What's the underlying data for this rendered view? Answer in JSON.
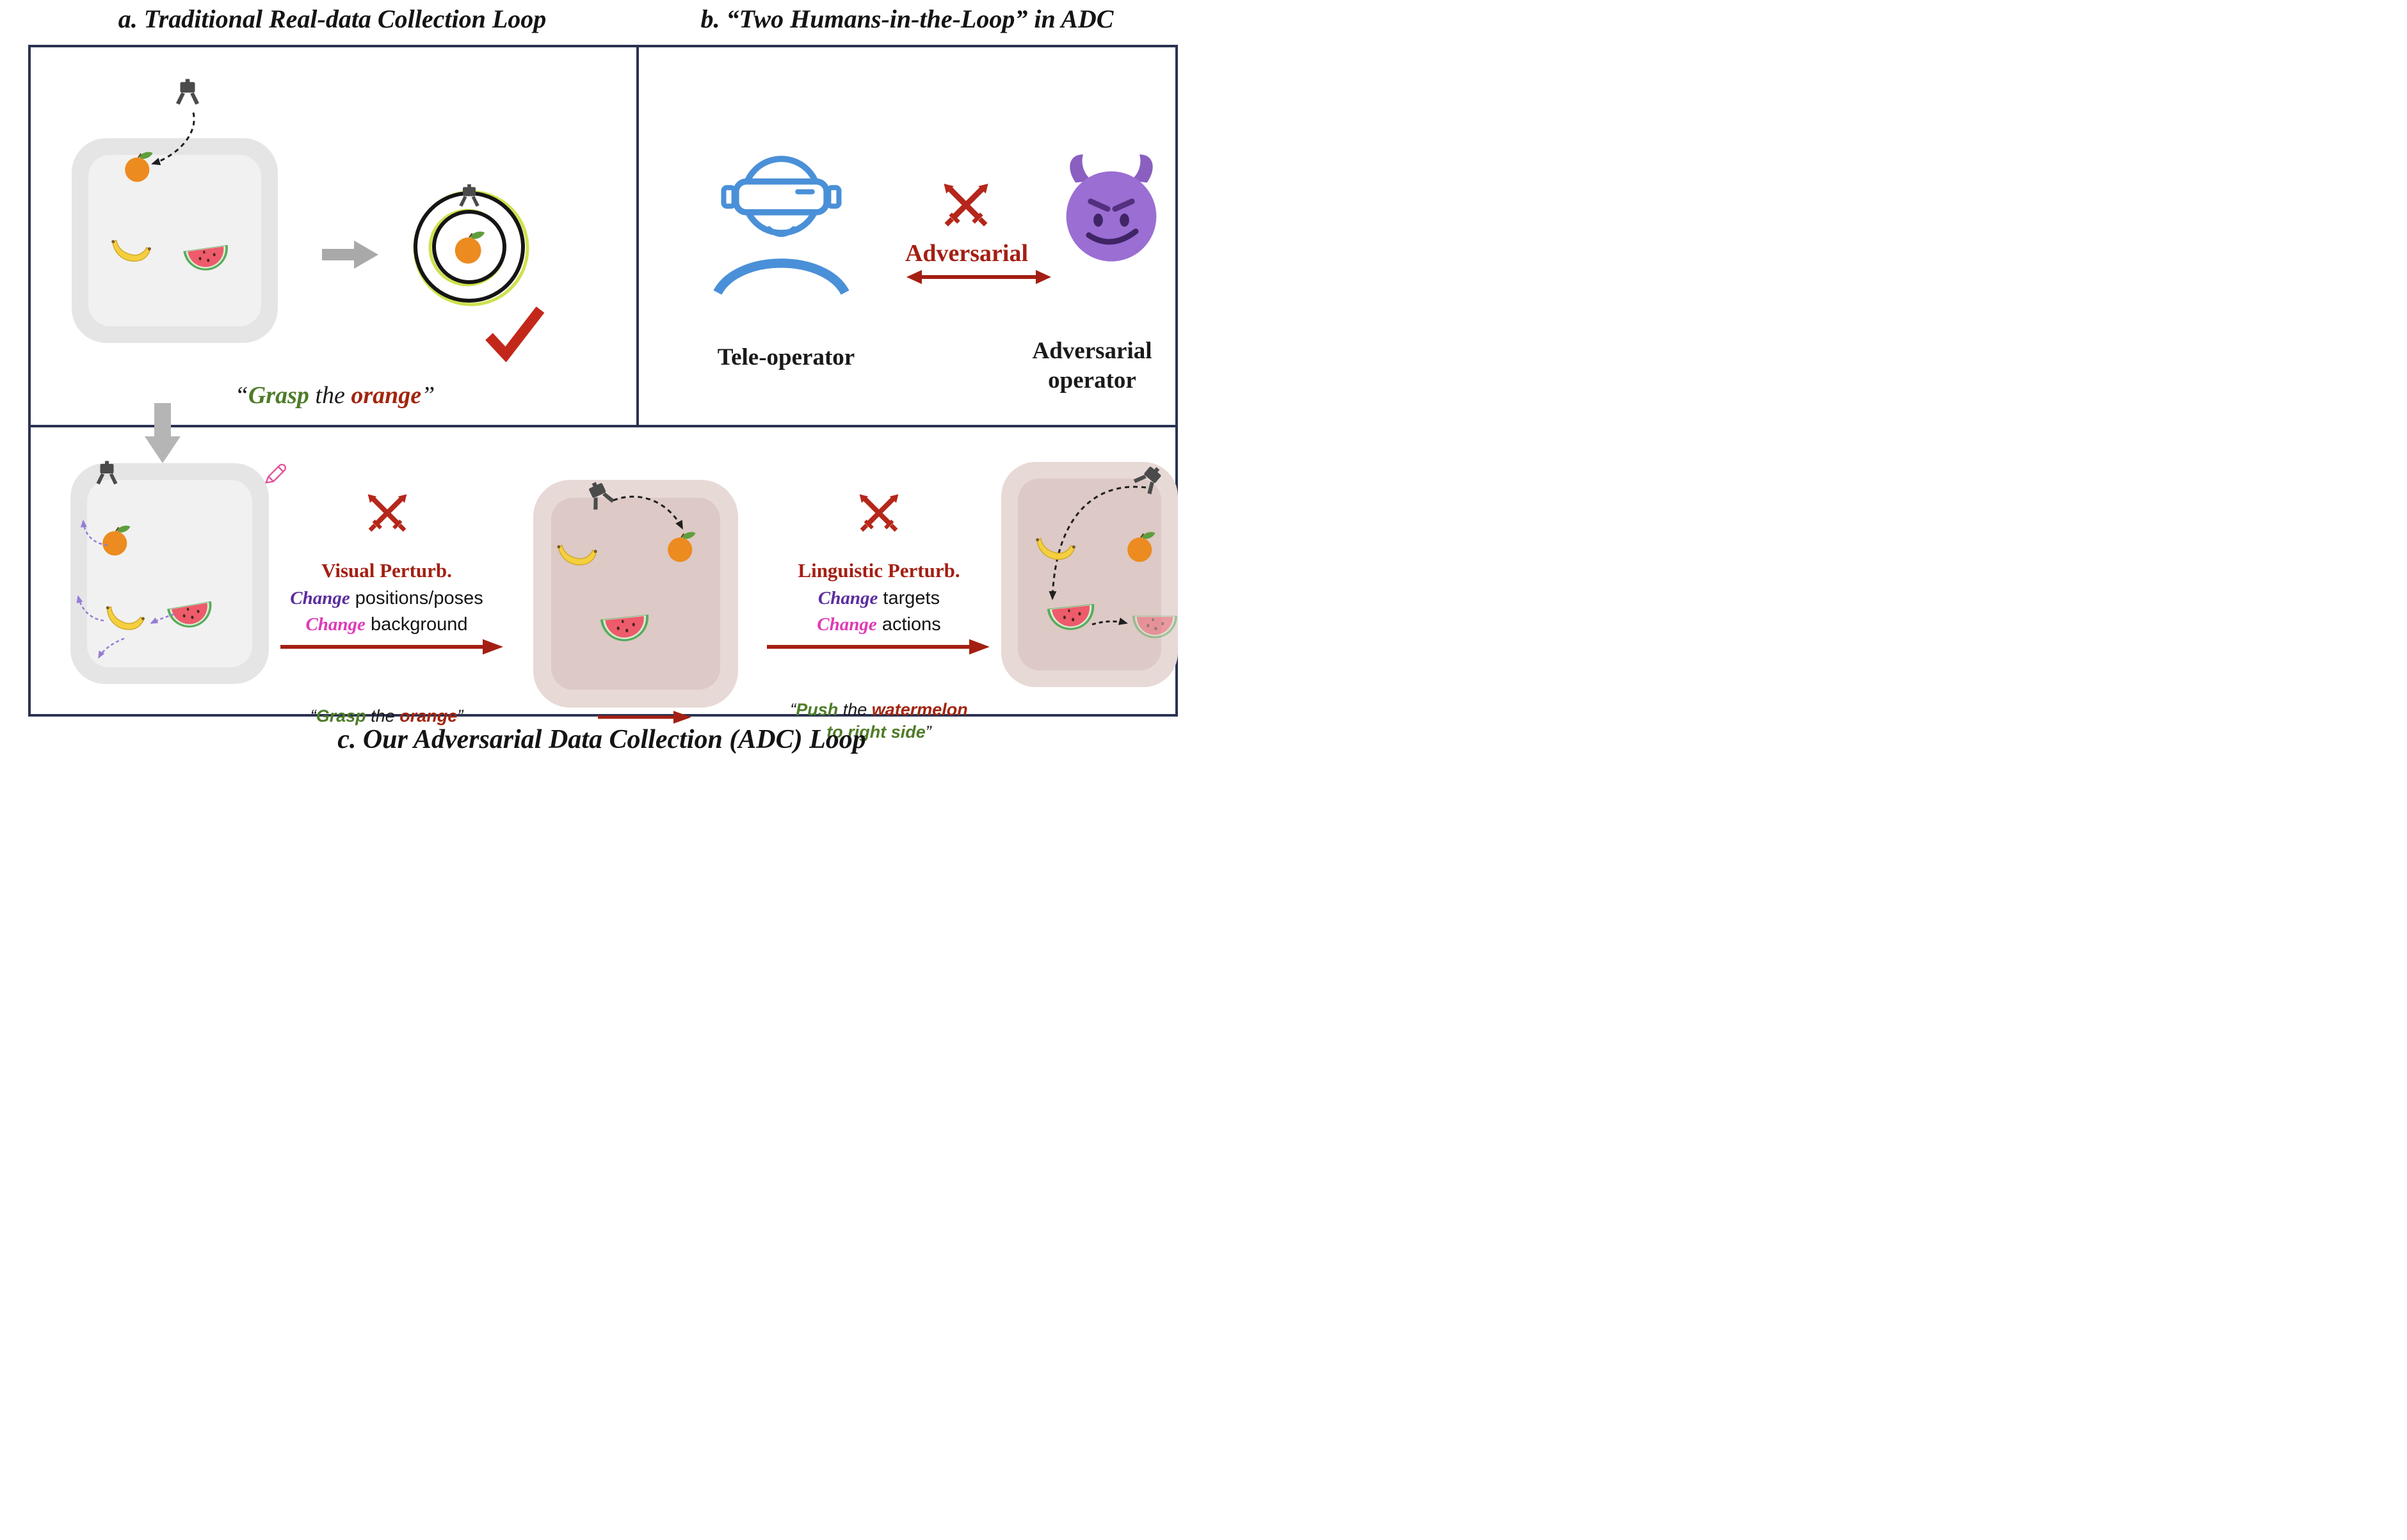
{
  "titles": {
    "panel_a": "a. Traditional Real-data Collection Loop",
    "panel_b": "b. “Two Humans-in-the-Loop” in ADC",
    "panel_c": "c. Our Adversarial Data Collection (ADC) Loop"
  },
  "panel_a": {
    "caption": {
      "open": "“",
      "verb": "Grasp",
      "mid": " the ",
      "object": "orange",
      "close": "”"
    }
  },
  "panel_b": {
    "teleoperator": "Tele-operator",
    "adversarial": "Adversarial",
    "adv_operator_line1": "Adversarial",
    "adv_operator_line2": "operator"
  },
  "panel_c": {
    "visual": {
      "title": "Visual Perturb.",
      "line1_em": "Change",
      "line1_rest": " positions/poses",
      "line2_em": "Change",
      "line2_rest": " background"
    },
    "linguistic": {
      "title": "Linguistic Perturb.",
      "line1_em": "Change",
      "line1_rest": " targets",
      "line2_em": "Change",
      "line2_rest": " actions"
    },
    "caption_left": {
      "open": "“",
      "verb": "Grasp",
      "mid": " the ",
      "object": "orange",
      "close": "”"
    },
    "caption_right": {
      "open": "“",
      "verb": "Push",
      "mid": " the ",
      "object": "watermelon",
      "line2": "to right side",
      "close": "”"
    }
  },
  "icons": {
    "gripper-icon": "robot-gripper",
    "orange-icon": "🍊",
    "banana-icon": "🍌",
    "watermelon-icon": "🍉",
    "target-icon": "concentric-target-circles",
    "checkmark-icon": "✔",
    "vr-operator-icon": "person-with-vr-headset",
    "devil-icon": "😈",
    "crossed-swords-icon": "⚔",
    "pencil-icon": "✎",
    "arrow-right-icon": "→",
    "arrow-down-icon": "↓",
    "double-arrow-icon": "↔",
    "dashed-arrow-icon": "curved-dashed-arrow"
  },
  "colors": {
    "border_navy": "#2b3252",
    "dark_red": "#a41f13",
    "icon_red": "#b5271a",
    "verb_green": "#4e7c28",
    "object_red": "#a1250f",
    "purple_change": "#5b2d9e",
    "magenta_change": "#e03ab5",
    "operator_blue": "#4a90d8",
    "devil_purple": "#9b6ed3",
    "perturb_purple": "#977bd6",
    "bin_gray": "#e5e5e5",
    "bin_rose": "#e7d9d6"
  }
}
